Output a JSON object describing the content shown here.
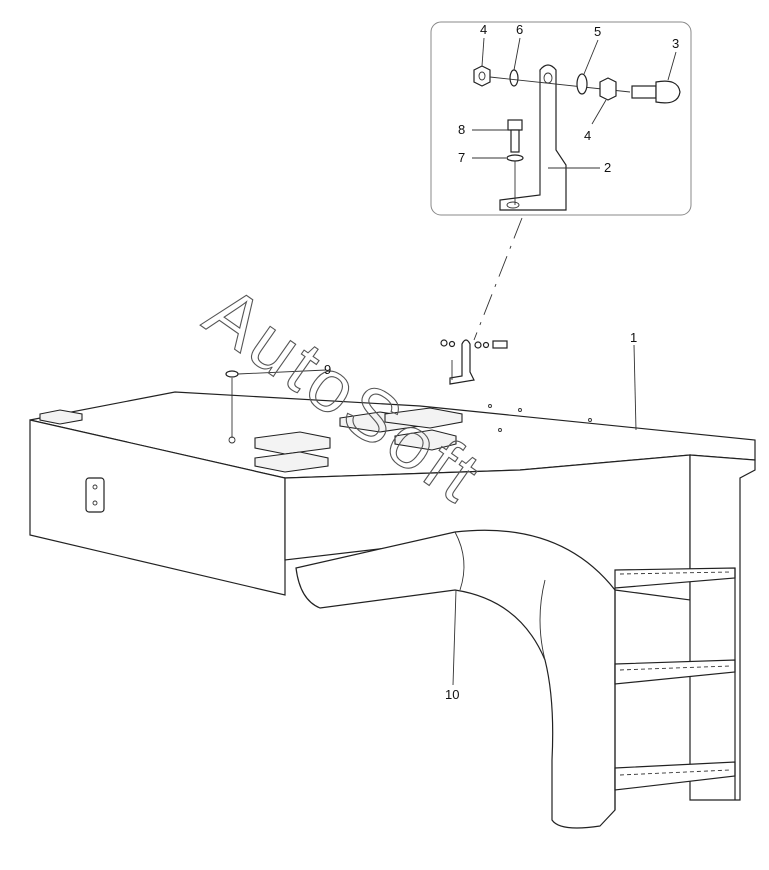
{
  "callouts": {
    "c1": "1",
    "c2": "2",
    "c3": "3",
    "c4a": "4",
    "c4b": "4",
    "c5": "5",
    "c6": "6",
    "c7": "7",
    "c8": "8",
    "c9": "9",
    "c10": "10"
  },
  "watermark": "AutoSoft",
  "colors": {
    "line": "#222222",
    "inset_border": "#888888"
  }
}
